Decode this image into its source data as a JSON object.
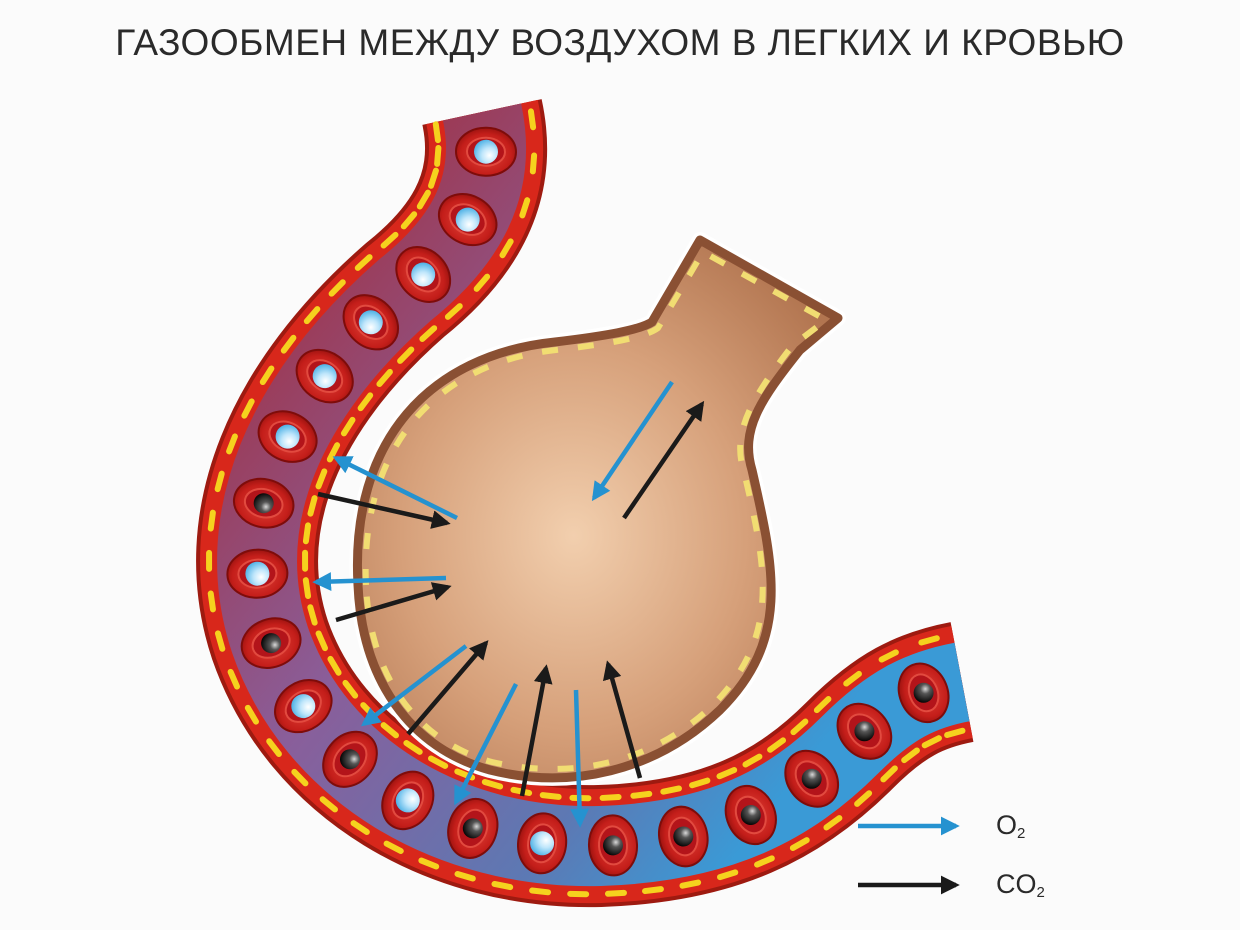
{
  "title": "ГАЗООБМЕН МЕЖДУ ВОЗДУХОМ В ЛЕГКИХ И КРОВЬЮ",
  "legend": [
    {
      "icon": "blue-arrow-icon",
      "symbol": "O",
      "subscript": "2"
    },
    {
      "icon": "black-arrow-icon",
      "symbol": "CO",
      "subscript": "2"
    }
  ],
  "colors": {
    "vessel_wall": "#d8271b",
    "vessel_outline": "#9e1a10",
    "endothelium_dash": "#f5d21e",
    "venous_blood": "#8a4fa0",
    "arterial_blood": "#3a9ad6",
    "red_cell": "#c41e1a",
    "alveolus_fill": "#c48a62",
    "alveolus_wall": "#8a5033",
    "oxygen_arrow": "#2592d0",
    "carbon_dioxide_arrow": "#1a1a1a"
  }
}
